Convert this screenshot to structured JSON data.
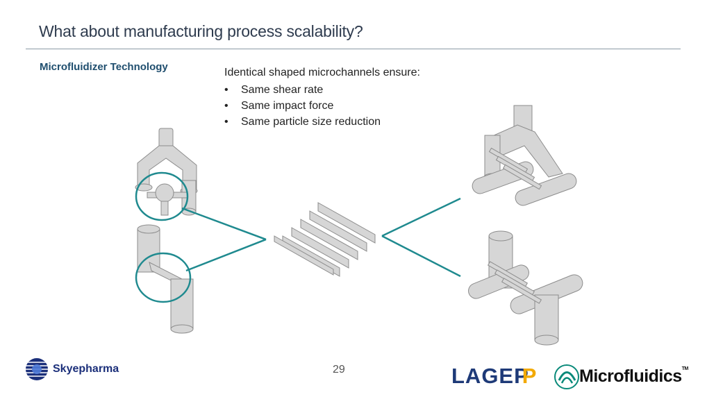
{
  "slide": {
    "title": "What about manufacturing process scalability?",
    "subtitle": "Microfluidizer Technology",
    "bullets_heading": "Identical shaped microchannels ensure:",
    "bullets": [
      "Same shear rate",
      "Same impact force",
      "Same particle size reduction"
    ],
    "bullet_symbol": "•",
    "page_number": "29"
  },
  "logos": {
    "skyepharma": "Skyepharma",
    "lagep_main": "LAGEP",
    "lagep_accent": "P",
    "microfluidics": "Microfluidics",
    "microfluidics_tm": "TM"
  },
  "colors": {
    "title": "#2e3b4e",
    "subtitle": "#1f4e6e",
    "teal": "#1f8a8f",
    "gray_fill": "#d6d6d6",
    "gray_stroke": "#8c8c8c"
  }
}
